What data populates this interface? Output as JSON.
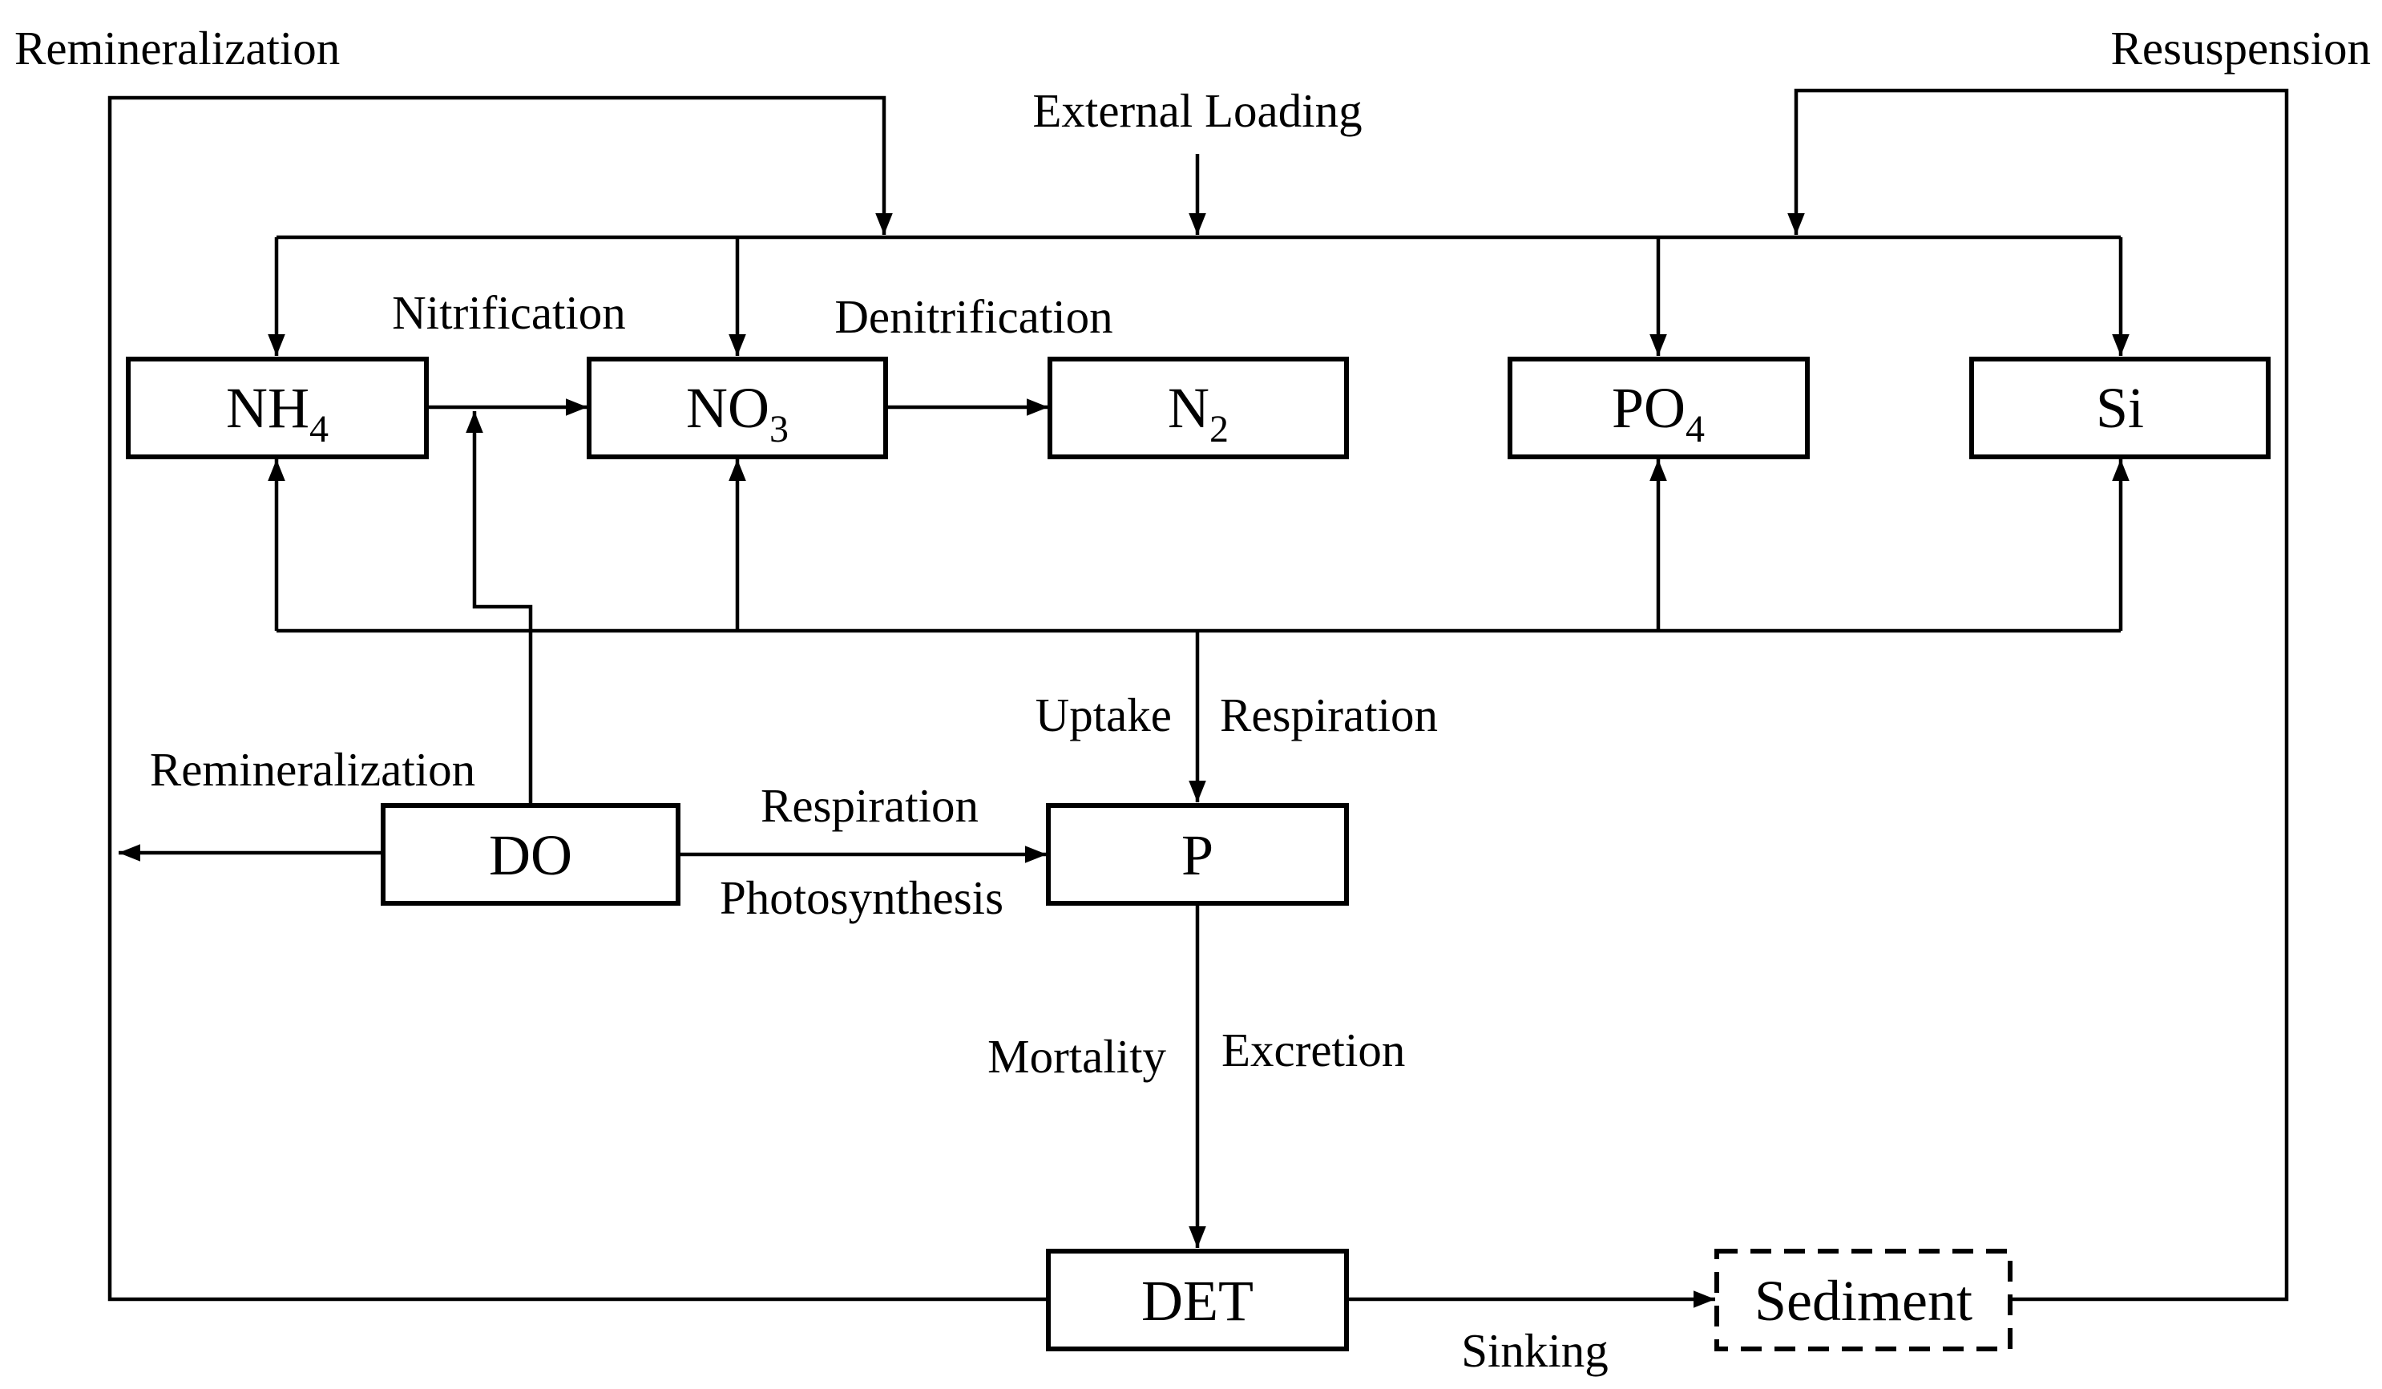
{
  "nodes": {
    "nh4": {
      "base": "NH",
      "sub": "4"
    },
    "no3": {
      "base": "NO",
      "sub": "3"
    },
    "n2": {
      "base": "N",
      "sub": "2"
    },
    "po4": {
      "base": "PO",
      "sub": "4"
    },
    "si": {
      "text": "Si"
    },
    "do": {
      "text": "DO"
    },
    "p": {
      "text": "P"
    },
    "det": {
      "text": "DET"
    },
    "sediment": {
      "text": "Sediment"
    }
  },
  "labels": {
    "remineralization_top": "Remineralization",
    "resuspension": "Resuspension",
    "external_loading": "External Loading",
    "nitrification": "Nitrification",
    "denitrification": "Denitrification",
    "uptake": "Uptake",
    "respiration_right": "Respiration",
    "remineralization_left": "Remineralization",
    "respiration_mid": "Respiration",
    "photosynthesis": "Photosynthesis",
    "mortality": "Mortality",
    "excretion": "Excretion",
    "sinking": "Sinking"
  },
  "colors": {
    "stroke": "#000000",
    "fill": "#ffffff",
    "background": "#ffffff"
  }
}
